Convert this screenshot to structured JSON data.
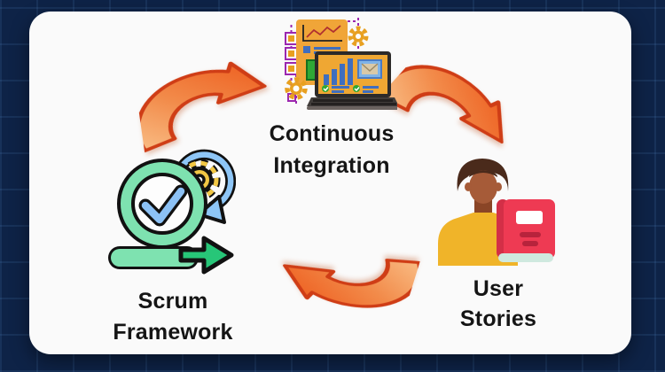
{
  "diagram": {
    "type": "cycle",
    "background_color": "#0e2347",
    "grid_line_color": "#3a5c8a",
    "card_color": "#fafafa",
    "label_color": "#151515",
    "arrow_style": {
      "fill_light": "#f9bd85",
      "fill_dark": "#ee6223",
      "outline": "#cf3d16"
    },
    "nodes": [
      {
        "id": "continuous-integration",
        "line1": "Continuous",
        "line2": "Integration",
        "icon": "continuous-integration-icon"
      },
      {
        "id": "user-stories",
        "line1": "User",
        "line2": "Stories",
        "icon": "user-stories-icon"
      },
      {
        "id": "scrum-framework",
        "line1": "Scrum",
        "line2": "Framework",
        "icon": "scrum-framework-icon"
      }
    ],
    "arrows": [
      {
        "name": "arrow-scrum-to-ci",
        "from": "Scrum Framework",
        "to": "Continuous Integration",
        "direction": "up-right"
      },
      {
        "name": "arrow-ci-to-user-stories",
        "from": "Continuous Integration",
        "to": "User Stories",
        "direction": "down-right"
      },
      {
        "name": "arrow-user-stories-to-scrum",
        "from": "User Stories",
        "to": "Scrum Framework",
        "direction": "up-left"
      }
    ]
  }
}
